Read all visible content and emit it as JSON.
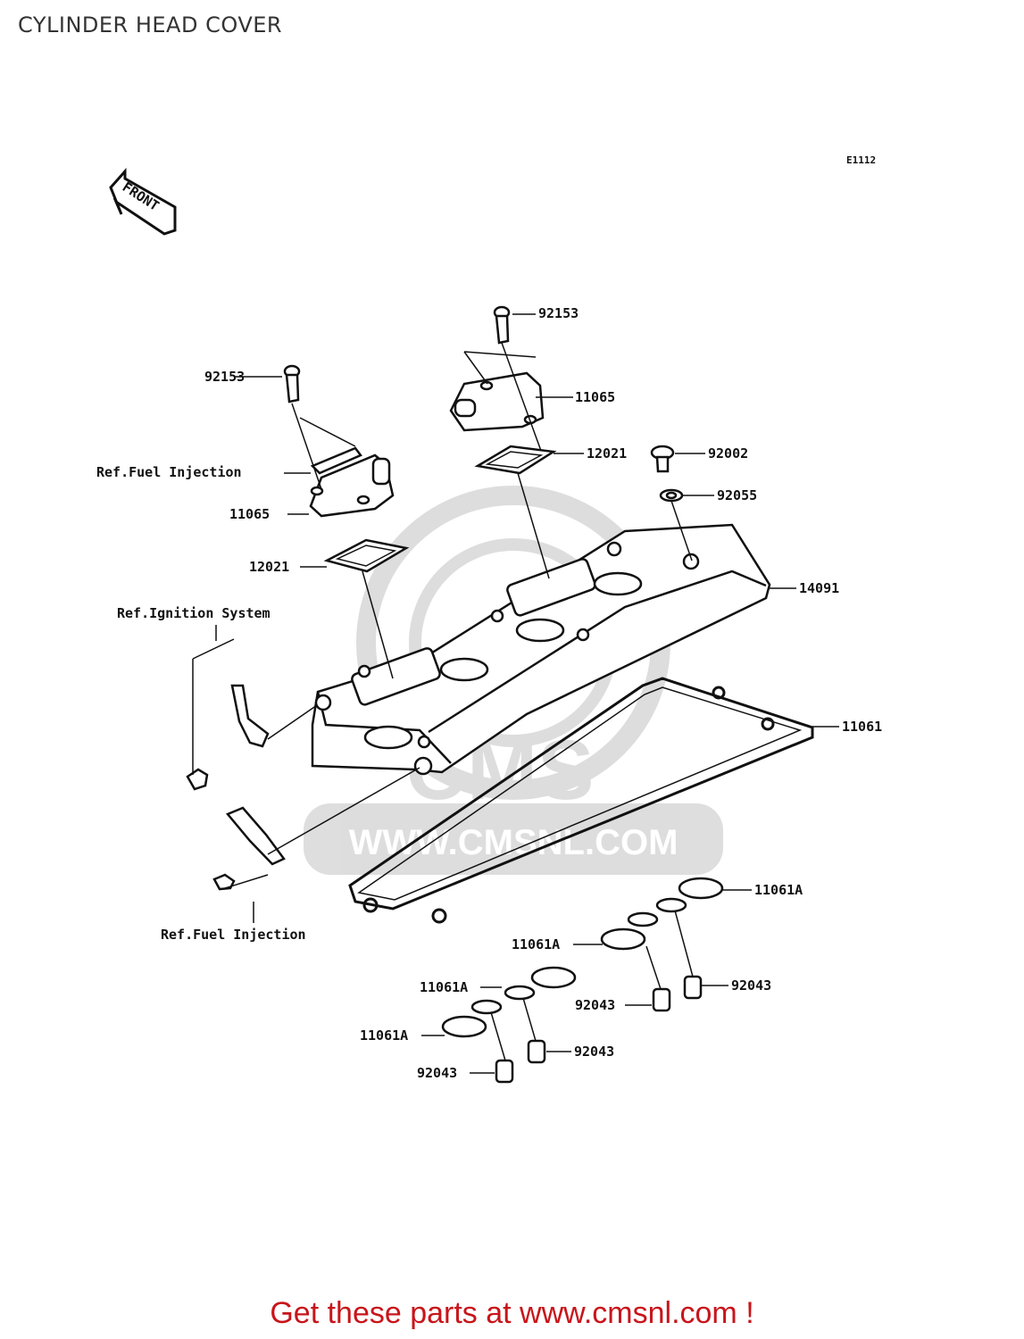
{
  "page": {
    "title": "CYLINDER HEAD COVER",
    "diagram_code": "E1112",
    "front_label": "FRONT",
    "footer": "Get these parts at www.cmsnl.com !"
  },
  "watermark": {
    "brand": "CMS",
    "url": "WWW.CMSNL.COM"
  },
  "callouts": [
    {
      "id": "c1",
      "text": "92153"
    },
    {
      "id": "c2",
      "text": "92153"
    },
    {
      "id": "c3",
      "text": "11065"
    },
    {
      "id": "c4",
      "text": "11065"
    },
    {
      "id": "c5",
      "text": "12021"
    },
    {
      "id": "c6",
      "text": "12021"
    },
    {
      "id": "c7",
      "text": "92002"
    },
    {
      "id": "c8",
      "text": "92055"
    },
    {
      "id": "c9",
      "text": "14091"
    },
    {
      "id": "c10",
      "text": "11061"
    },
    {
      "id": "c11",
      "text": "11061A"
    },
    {
      "id": "c12",
      "text": "11061A"
    },
    {
      "id": "c13",
      "text": "11061A"
    },
    {
      "id": "c14",
      "text": "11061A"
    },
    {
      "id": "c15",
      "text": "92043"
    },
    {
      "id": "c16",
      "text": "92043"
    },
    {
      "id": "c17",
      "text": "92043"
    },
    {
      "id": "c18",
      "text": "92043"
    }
  ],
  "references": {
    "fuel_injection_top": "Ref.Fuel Injection",
    "ignition_system": "Ref.Ignition System",
    "fuel_injection_bottom": "Ref.Fuel Injection"
  }
}
